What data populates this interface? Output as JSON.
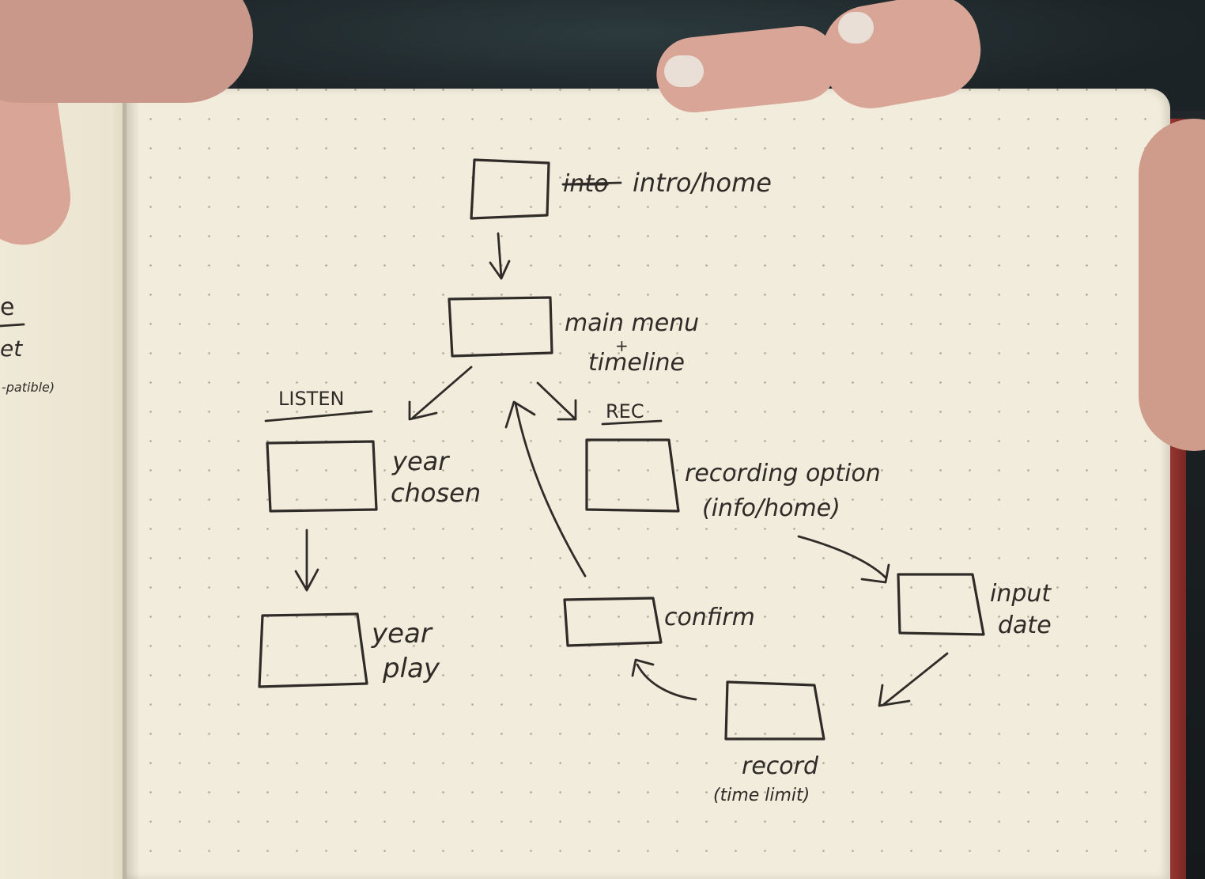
{
  "diagram": {
    "nodes": [
      {
        "id": "intro",
        "label": "intro/home",
        "struck": "into"
      },
      {
        "id": "main",
        "label_line1": "main menu",
        "label_line2": "timeline",
        "plus": "+"
      },
      {
        "id": "year_chosen",
        "label_line1": "year",
        "label_line2": "chosen"
      },
      {
        "id": "year_play",
        "label_line1": "year",
        "label_line2": "play"
      },
      {
        "id": "rec_option",
        "label_line1": "recording option",
        "label_line2": "(info/home)"
      },
      {
        "id": "confirm",
        "label": "confirm"
      },
      {
        "id": "input_date",
        "label_line1": "input",
        "label_line2": "date"
      },
      {
        "id": "record",
        "label_line1": "record",
        "label_line2": "(time limit)"
      }
    ],
    "sections": {
      "listen": "LISTEN",
      "rec": "REC"
    },
    "edges": [
      {
        "from": "intro",
        "to": "main"
      },
      {
        "from": "main",
        "to": "year_chosen"
      },
      {
        "from": "main",
        "to": "rec_option"
      },
      {
        "from": "year_chosen",
        "to": "year_play"
      },
      {
        "from": "rec_option",
        "to": "input_date"
      },
      {
        "from": "input_date",
        "to": "record"
      },
      {
        "from": "record",
        "to": "confirm"
      },
      {
        "from": "confirm",
        "to": "main"
      }
    ]
  },
  "left_page_fragments": {
    "line1": "e",
    "line2": "et",
    "line3": "-patible)"
  },
  "colors": {
    "ink": "#2f2b28",
    "paper": "#f2ecdc",
    "dot": "#b8b0a0",
    "book_cover": "#9e3b34"
  }
}
